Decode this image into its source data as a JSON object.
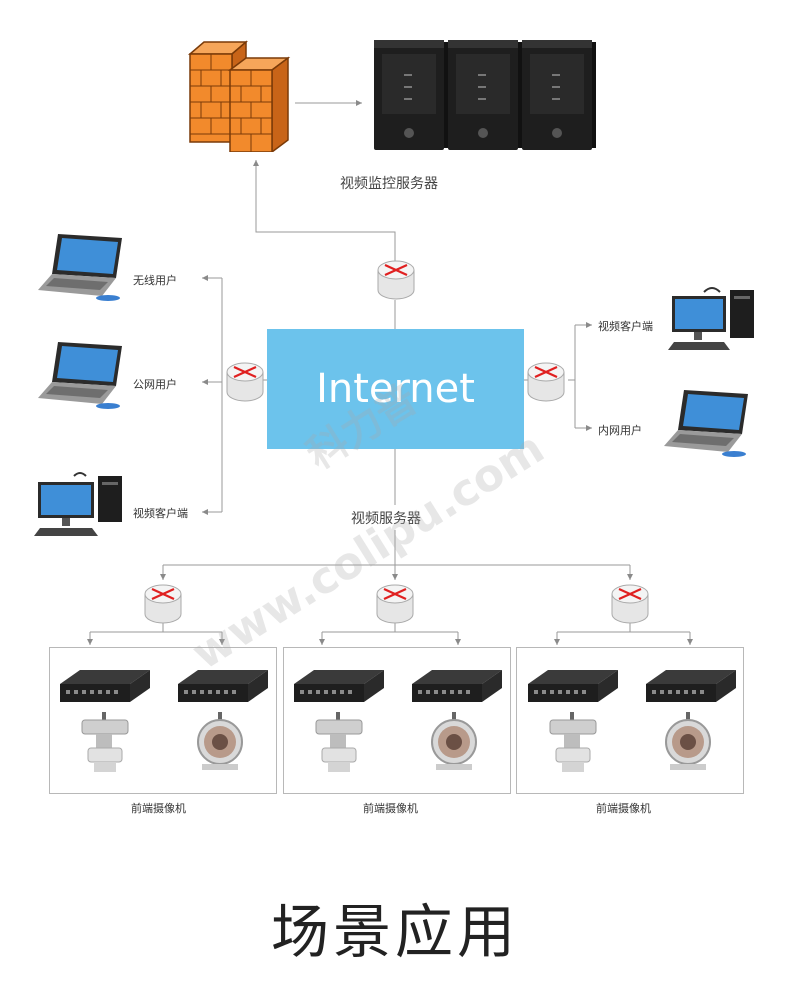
{
  "top": {
    "server_label": "视频监控服务器"
  },
  "network": {
    "internet_label": "Internet",
    "video_server_label": "视频服务器"
  },
  "left_clients": [
    {
      "label": "无线用户"
    },
    {
      "label": "公网用户"
    },
    {
      "label": "视频客户端"
    }
  ],
  "right_clients": [
    {
      "label": "视频客户端"
    },
    {
      "label": "内网用户"
    }
  ],
  "front_groups": [
    {
      "label": "前端摄像机"
    },
    {
      "label": "前端摄像机"
    },
    {
      "label": "前端摄像机"
    }
  ],
  "footer": {
    "title": "场景应用"
  },
  "watermark": {
    "cn": "科力普",
    "url": "www.colipu.com"
  },
  "colors": {
    "internet": "#6cc3ec",
    "firewall": "#f28a2c",
    "router_arrow": "#e02020",
    "server": "#1e1e1e",
    "line": "#9a9a9a"
  }
}
